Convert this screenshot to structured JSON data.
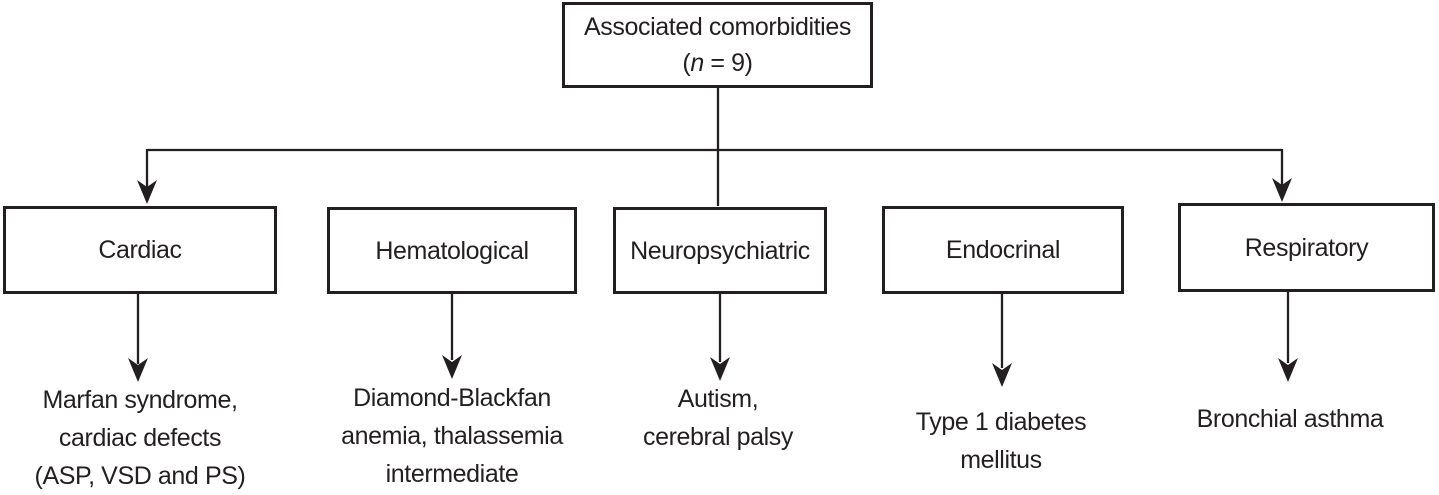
{
  "root": {
    "title": "Associated comorbidities",
    "count_open": "(",
    "count_var": "n",
    "count_rest": " = 9)"
  },
  "branches": [
    {
      "label": "Cardiac",
      "details": [
        "Marfan syndrome,",
        "cardiac defects",
        "(ASP, VSD and PS)"
      ]
    },
    {
      "label": "Hematological",
      "details": [
        "Diamond-Blackfan",
        "anemia, thalassemia",
        "intermediate"
      ]
    },
    {
      "label": "Neuropsychiatric",
      "details": [
        "Autism,",
        "cerebral palsy"
      ]
    },
    {
      "label": "Endocrinal",
      "details": [
        "Type 1 diabetes",
        "mellitus"
      ]
    },
    {
      "label": "Respiratory",
      "details": [
        "Bronchial asthma"
      ]
    }
  ],
  "colors": {
    "ink": "#231f20",
    "paper": "#ffffff"
  }
}
